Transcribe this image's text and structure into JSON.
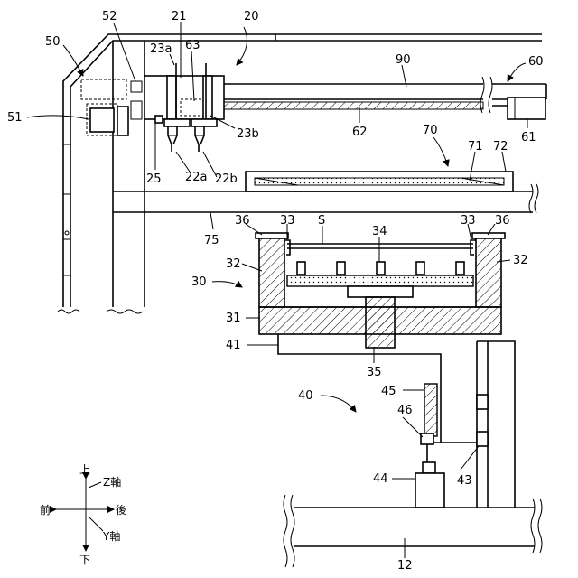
{
  "labels": {
    "l20": "20",
    "l21": "21",
    "l52": "52",
    "l50": "50",
    "l23a": "23a",
    "l63": "63",
    "l90": "90",
    "l60": "60",
    "l51": "51",
    "l62": "62",
    "l61": "61",
    "l23b": "23b",
    "l70": "70",
    "l71": "71",
    "l72": "72",
    "l25": "25",
    "l22a": "22a",
    "l22b": "22b",
    "l36a": "36",
    "l33a": "33",
    "lS": "S",
    "l33b": "33",
    "l36b": "36",
    "l34": "34",
    "l75": "75",
    "l32a": "32",
    "l32b": "32",
    "l30": "30",
    "l31": "31",
    "l41": "41",
    "l35": "35",
    "l40": "40",
    "l45": "45",
    "l46": "46",
    "l43": "43",
    "l44": "44",
    "l12": "12"
  },
  "axes": {
    "up": "上",
    "down": "下",
    "front": "前",
    "back": "後",
    "z_axis": "Z軸",
    "y_axis": "Y軸"
  }
}
